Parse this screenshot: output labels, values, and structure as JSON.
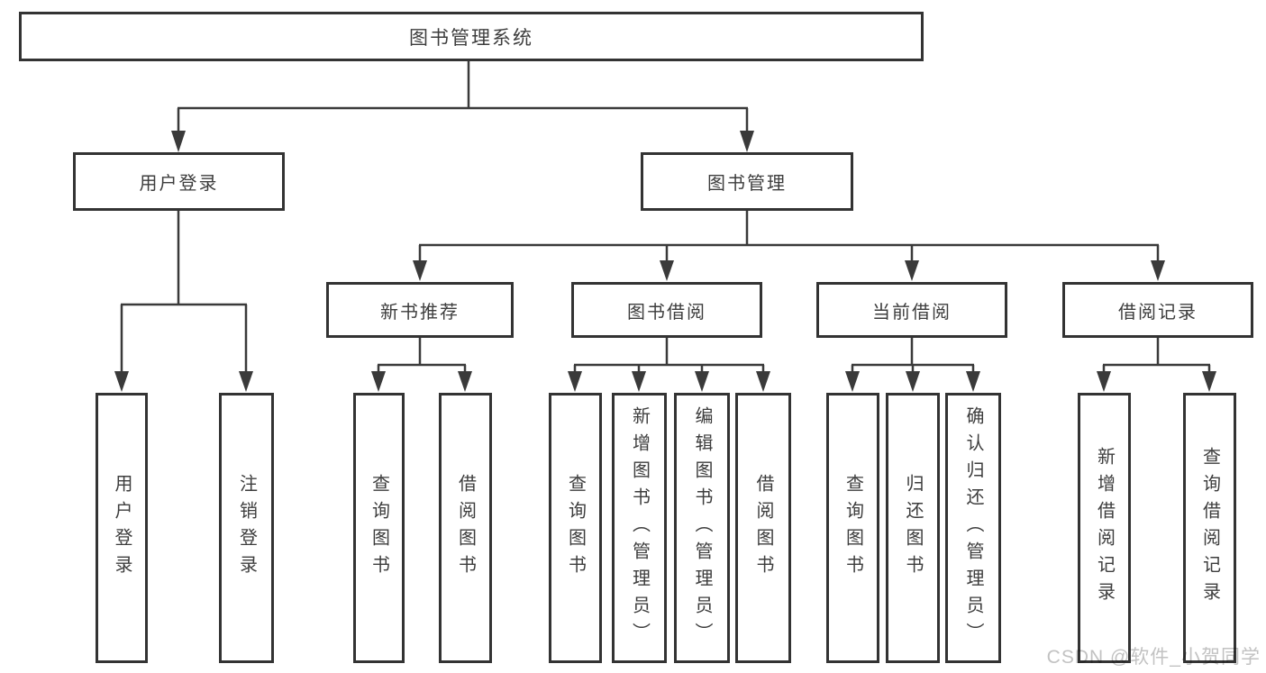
{
  "title": "图书管理系统",
  "nodes": {
    "root": {
      "label": "图书管理系统"
    },
    "user_login": {
      "label": "用户登录"
    },
    "book_mgmt": {
      "label": "图书管理"
    },
    "new_book_rec": {
      "label": "新书推荐"
    },
    "book_borrow": {
      "label": "图书借阅"
    },
    "current_borrow": {
      "label": "当前借阅"
    },
    "borrow_records": {
      "label": "借阅记录"
    },
    "login": {
      "label": "用户登录"
    },
    "logout": {
      "label": "注销登录"
    },
    "rec_query": {
      "label": "查询图书"
    },
    "rec_borrow": {
      "label": "借阅图书"
    },
    "bb_query": {
      "label": "查询图书"
    },
    "bb_add": {
      "label": "新增图书（管理员）"
    },
    "bb_edit": {
      "label": "编辑图书（管理员）"
    },
    "bb_borrow": {
      "label": "借阅图书"
    },
    "cb_query": {
      "label": "查询图书"
    },
    "cb_return": {
      "label": "归还图书"
    },
    "cb_confirm": {
      "label": "确认归还（管理员）"
    },
    "br_add": {
      "label": "新增借阅记录"
    },
    "br_query": {
      "label": "查询借阅记录"
    }
  },
  "watermark": "CSDN @软件_小贺同学",
  "colors": {
    "line": "#3a3a3a",
    "box_border": "#333333",
    "box_bg": "#ffffff",
    "text": "#3d3d3d",
    "watermark": "#c2c2c2"
  }
}
